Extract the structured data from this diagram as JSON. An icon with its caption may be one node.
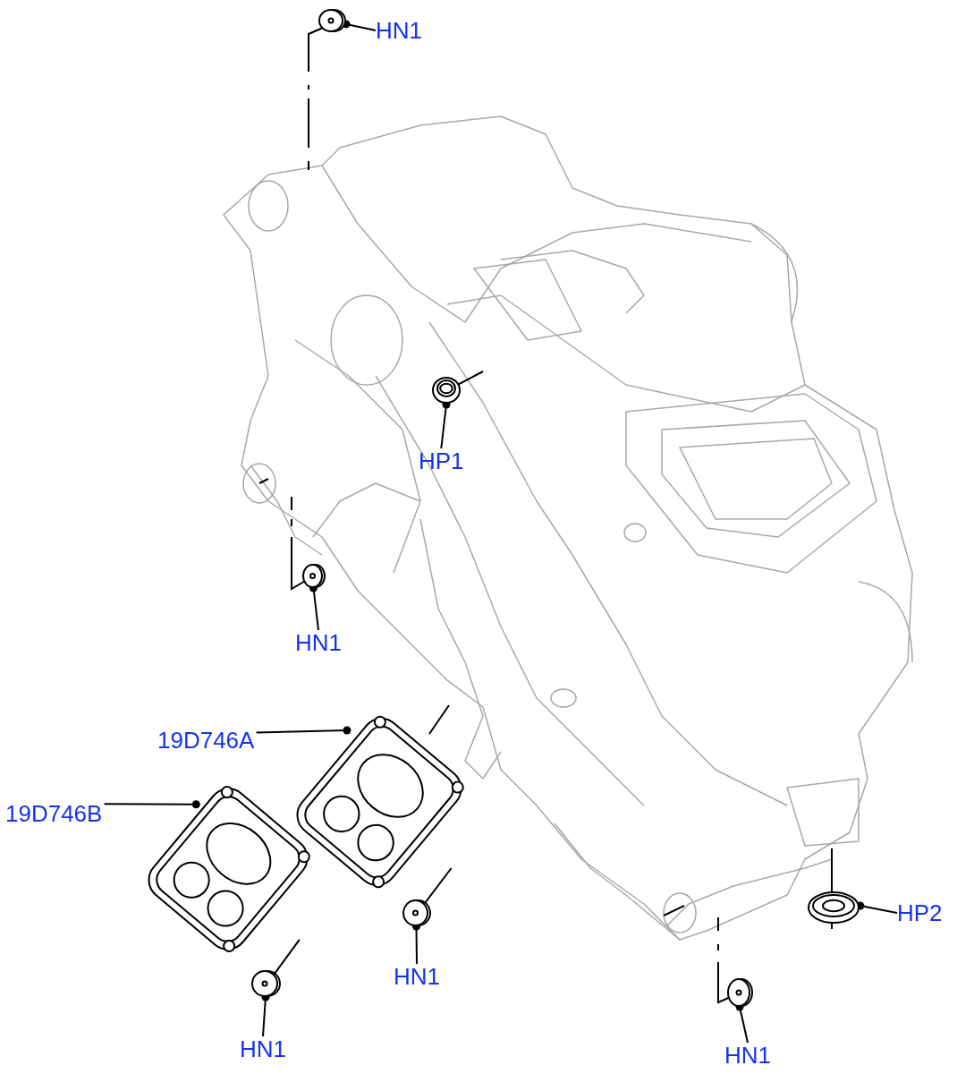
{
  "diagram": {
    "nodes": [
      {
        "text": [
          "HN1"
        ]
      },
      {
        "text": [],
        "shape": "picture"
      },
      {
        "text": [
          "HP1"
        ]
      },
      {
        "text": [],
        "shape": "picture"
      },
      {
        "text": [
          "HN1"
        ]
      },
      {
        "text": [],
        "shape": "picture"
      },
      {
        "text": [
          "19D746A"
        ]
      },
      {
        "text": [],
        "shape": "picture"
      },
      {
        "text": [
          "19D746B"
        ]
      },
      {
        "text": [],
        "shape": "picture"
      },
      {
        "text": [
          "HN1"
        ]
      },
      {
        "text": [],
        "shape": "picture"
      },
      {
        "text": [
          "HN1"
        ]
      },
      {
        "text": [],
        "shape": "picture"
      },
      {
        "text": [
          "HN1"
        ]
      },
      {
        "text": [],
        "shape": "picture"
      },
      {
        "text": [
          "HP2"
        ]
      },
      {
        "text": [],
        "shape": "picture"
      }
    ],
    "edges": [
      {
        "from": 0,
        "to": 1,
        "arrow": "other"
      },
      {
        "from": 2,
        "to": 3,
        "arrow": "other"
      },
      {
        "from": 4,
        "to": 5,
        "arrow": "other"
      },
      {
        "from": 6,
        "to": 7,
        "arrow": "other"
      },
      {
        "from": 8,
        "to": 9,
        "arrow": "other"
      },
      {
        "from": 10,
        "to": 11,
        "arrow": "other"
      },
      {
        "from": 12,
        "to": 13,
        "arrow": "other"
      },
      {
        "from": 14,
        "to": 15,
        "arrow": "other"
      },
      {
        "from": 16,
        "to": 17,
        "arrow": "other"
      },
      {
        "from": 7,
        "to": 13,
        "arrow": "none"
      },
      {
        "from": 9,
        "to": 11,
        "arrow": "none"
      }
    ]
  }
}
